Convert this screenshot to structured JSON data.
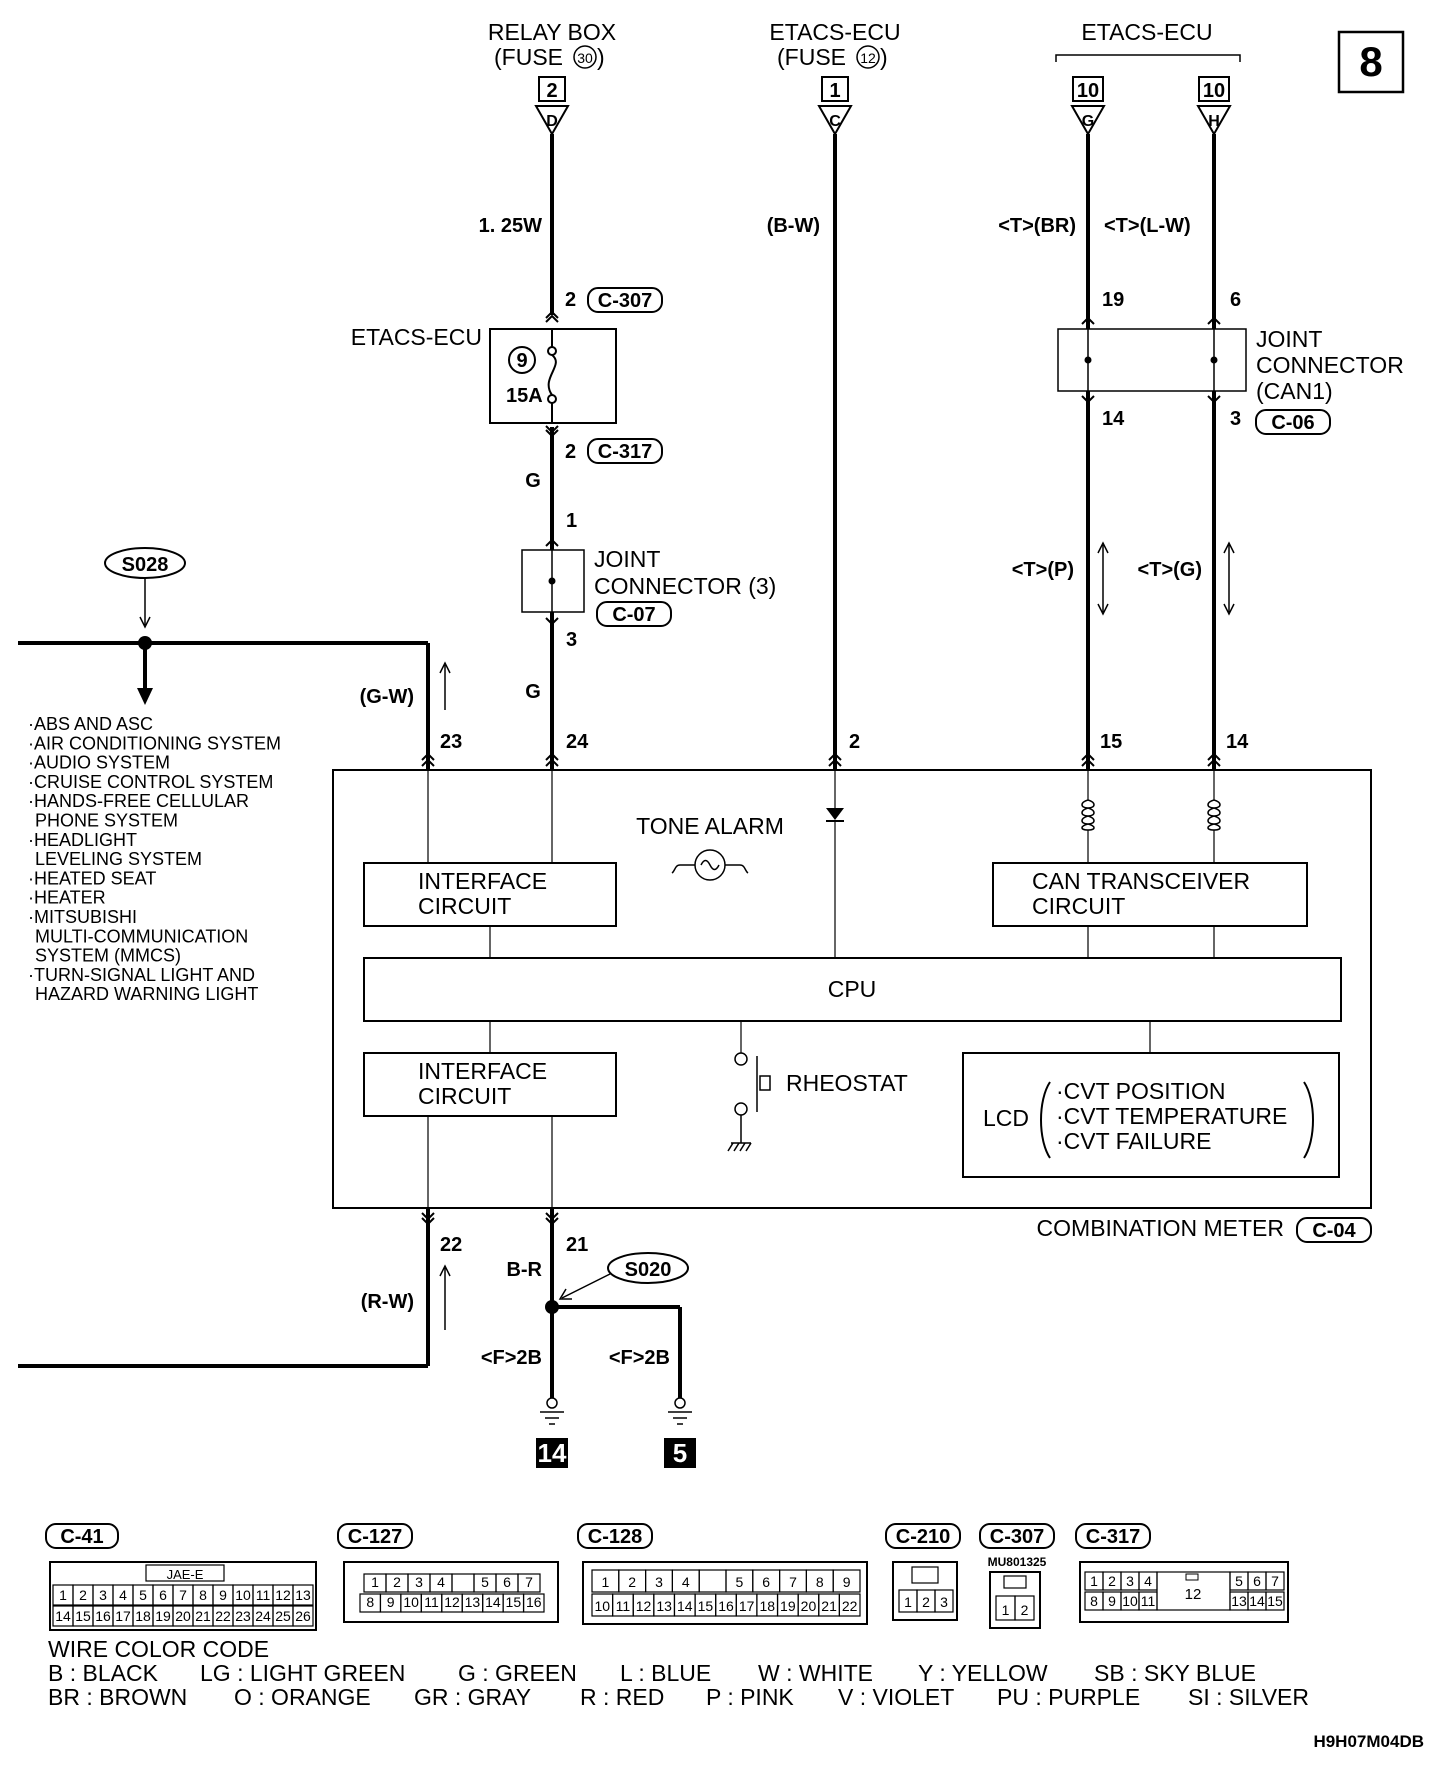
{
  "page_number": "8",
  "sources": {
    "relay_box": {
      "title": "RELAY BOX",
      "sub": "(FUSE",
      "num": "30",
      "sub_end": ")",
      "box": "2",
      "pin": "D"
    },
    "etacs_fuse": {
      "title": "ETACS-ECU",
      "sub": "(FUSE",
      "num": "12",
      "sub_end": ")",
      "box": "1",
      "pin": "C"
    },
    "etacs_top": {
      "title": "ETACS-ECU",
      "g_box": "10",
      "g_pin": "G",
      "h_box": "10",
      "h_pin": "H"
    }
  },
  "wires": {
    "w1_top": "1. 25W",
    "w2_top": "(B-W)",
    "w_can_br": "<T>(BR)",
    "w_can_lw": "<T>(L-W)",
    "g1": "G",
    "g2": "G",
    "can_p": "<T>(P)",
    "can_g": "<T>(G)",
    "gw": "(G-W)",
    "rw": "(R-W)",
    "br": "B-R",
    "f2b_1": "<F>2B",
    "f2b_2": "<F>2B"
  },
  "pins": {
    "c307_pin": "2",
    "c307": "C-307",
    "c317_pin": "2",
    "c317": "C-317",
    "jc3_in": "1",
    "jc3_out": "3",
    "can_in_1": "19",
    "can_in_2": "6",
    "can_out_1": "14",
    "can_out_2": "3",
    "m23": "23",
    "m24": "24",
    "m2": "2",
    "m15": "15",
    "m14": "14",
    "m22": "22",
    "m21": "21"
  },
  "components": {
    "etacs_ecu_label": "ETACS-ECU",
    "fuse_num": "9",
    "fuse_rating": "15A",
    "jc3_line1": "JOINT",
    "jc3_line2": "CONNECTOR (3)",
    "jc3_code": "C-07",
    "jcan_line1": "JOINT",
    "jcan_line2": "CONNECTOR",
    "jcan_line3": "(CAN1)",
    "jcan_code": "C-06",
    "tone_alarm": "TONE ALARM",
    "interface_1a": "INTERFACE",
    "interface_1b": "CIRCUIT",
    "can_tr_a": "CAN TRANSCEIVER",
    "can_tr_b": "CIRCUIT",
    "cpu": "CPU",
    "interface_2a": "INTERFACE",
    "interface_2b": "CIRCUIT",
    "rheostat": "RHEOSTAT",
    "lcd": "LCD",
    "lcd_items": [
      "·CVT POSITION",
      "·CVT TEMPERATURE",
      "·CVT FAILURE"
    ],
    "meter_label": "COMBINATION METER",
    "meter_code": "C-04"
  },
  "splices": {
    "s028": "S028",
    "s020": "S020"
  },
  "grounds": {
    "g14": "14",
    "g5": "5"
  },
  "systems": [
    "·ABS AND ASC",
    "·AIR CONDITIONING SYSTEM",
    "·AUDIO SYSTEM",
    "·CRUISE CONTROL SYSTEM",
    "·HANDS-FREE CELLULAR",
    "  PHONE SYSTEM",
    "·HEADLIGHT",
    "  LEVELING SYSTEM",
    "·HEATED SEAT",
    "·HEATER",
    "·MITSUBISHI",
    "  MULTI-COMMUNICATION",
    "  SYSTEM (MMCS)",
    "·TURN-SIGNAL LIGHT AND",
    "  HAZARD WARNING LIGHT"
  ],
  "connectors": {
    "c41": {
      "code": "C-41",
      "type": "JAE-E",
      "row1": [
        "1",
        "2",
        "3",
        "4",
        "5",
        "6",
        "7",
        "8",
        "9",
        "10",
        "11",
        "12",
        "13"
      ],
      "row2": [
        "14",
        "15",
        "16",
        "17",
        "18",
        "19",
        "20",
        "21",
        "22",
        "23",
        "24",
        "25",
        "26"
      ]
    },
    "c127": {
      "code": "C-127",
      "row1": [
        "1",
        "2",
        "3",
        "4",
        "",
        "5",
        "6",
        "7"
      ],
      "row2": [
        "8",
        "9",
        "10",
        "11",
        "12",
        "13",
        "14",
        "15",
        "16"
      ]
    },
    "c128": {
      "code": "C-128",
      "row1": [
        "1",
        "2",
        "3",
        "4",
        "",
        "5",
        "6",
        "7",
        "8",
        "9"
      ],
      "row2": [
        "10",
        "11",
        "12",
        "13",
        "14",
        "15",
        "16",
        "17",
        "18",
        "19",
        "20",
        "21",
        "22"
      ]
    },
    "c210": {
      "code": "C-210",
      "pins": [
        "1",
        "2",
        "3"
      ]
    },
    "c307": {
      "code": "C-307",
      "part": "MU801325",
      "pins": [
        "1",
        "2"
      ]
    },
    "c317": {
      "code": "C-317",
      "row1": [
        "1",
        "2",
        "3",
        "4",
        "5",
        "6",
        "7"
      ],
      "center": "12",
      "row2": [
        "8",
        "9",
        "10",
        "11",
        "13",
        "14",
        "15"
      ]
    }
  },
  "legend": {
    "title": "WIRE COLOR CODE",
    "row1": [
      "B : BLACK",
      "LG : LIGHT GREEN",
      "G : GREEN",
      "L : BLUE",
      "W : WHITE",
      "Y : YELLOW",
      "SB : SKY BLUE"
    ],
    "row2": [
      "BR : BROWN",
      "O : ORANGE",
      "GR : GRAY",
      "R : RED",
      "P : PINK",
      "V : VIOLET",
      "PU : PURPLE",
      "SI : SILVER"
    ]
  },
  "doc_id": "H9H07M04DB"
}
